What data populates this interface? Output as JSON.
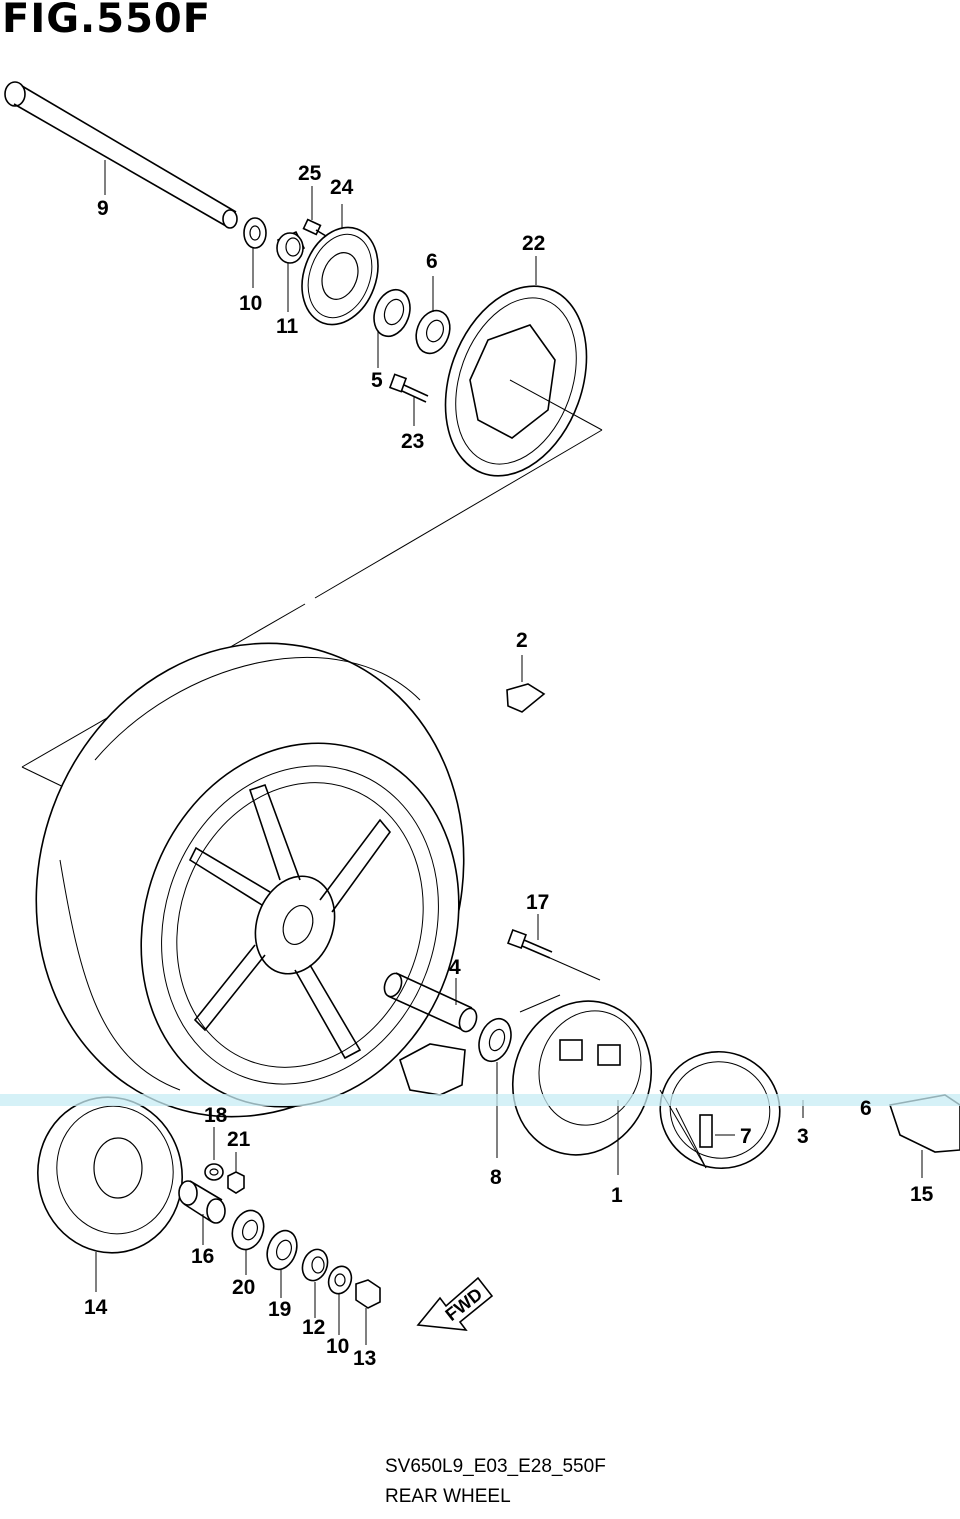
{
  "figure": {
    "title": "FIG.550F",
    "code": "SV650L9_E03_E28_550F",
    "name": "REAR WHEEL"
  },
  "fwd_arrow": {
    "label": "FWD"
  },
  "callouts": [
    {
      "id": "c9",
      "label": "9"
    },
    {
      "id": "c25",
      "label": "25"
    },
    {
      "id": "c24",
      "label": "24"
    },
    {
      "id": "c10a",
      "label": "10"
    },
    {
      "id": "c11",
      "label": "11"
    },
    {
      "id": "c6a",
      "label": "6"
    },
    {
      "id": "c22",
      "label": "22"
    },
    {
      "id": "c5",
      "label": "5"
    },
    {
      "id": "c23",
      "label": "23"
    },
    {
      "id": "c2",
      "label": "2"
    },
    {
      "id": "c17",
      "label": "17"
    },
    {
      "id": "c4",
      "label": "4"
    },
    {
      "id": "c18",
      "label": "18"
    },
    {
      "id": "c21",
      "label": "21"
    },
    {
      "id": "c7",
      "label": "7"
    },
    {
      "id": "c3",
      "label": "3"
    },
    {
      "id": "c6b",
      "label": "6"
    },
    {
      "id": "c8",
      "label": "8"
    },
    {
      "id": "c1",
      "label": "1"
    },
    {
      "id": "c15",
      "label": "15"
    },
    {
      "id": "c16",
      "label": "16"
    },
    {
      "id": "c20",
      "label": "20"
    },
    {
      "id": "c14",
      "label": "14"
    },
    {
      "id": "c19",
      "label": "19"
    },
    {
      "id": "c12",
      "label": "12"
    },
    {
      "id": "c10b",
      "label": "10"
    },
    {
      "id": "c13",
      "label": "13"
    }
  ]
}
